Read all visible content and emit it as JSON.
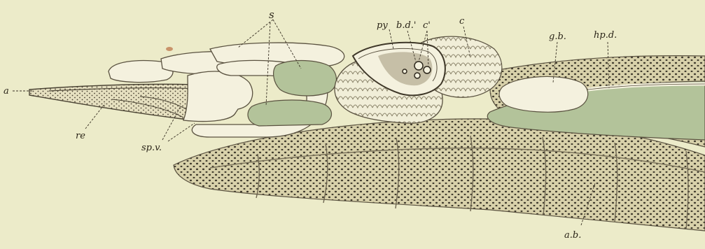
{
  "labels": {
    "a": "a",
    "re": "re",
    "sp_v": "sp.v.",
    "s": "s",
    "py": "py",
    "b_d": "b.d.'",
    "c_prime": "c'",
    "c": "c",
    "g_b": "g.b.",
    "hp_d": "hp.d.",
    "a_b": "a.b."
  },
  "colors": {
    "paper": "#ecebc9",
    "organ_white": "#f4f1de",
    "organ_green": "#b3c39a",
    "stipple_bg": "#d9d3ad",
    "stipple_dot": "#3f3a2c",
    "outline": "#5a5240"
  }
}
